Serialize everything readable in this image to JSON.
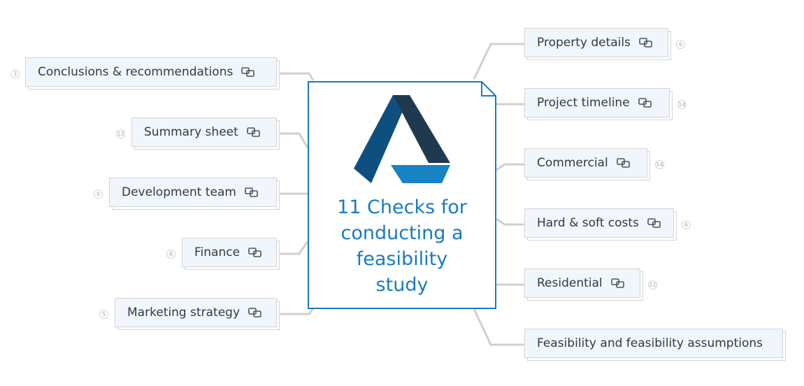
{
  "center": {
    "title": "11 Checks for\nconducting a\nfeasibility\nstudy",
    "logo_colors": {
      "dark_blue": "#0e4f7f",
      "navy": "#1f3a4f",
      "light_blue": "#1782c4"
    }
  },
  "colors": {
    "node_fill": "#f1f6fc",
    "node_border": "#d4d4d4",
    "connector": "#d0d0d0",
    "frame_border": "#1a7bbf"
  },
  "left_topics": [
    {
      "label": "Conclusions & recommendations",
      "count": "3",
      "icon": "link-icon"
    },
    {
      "label": "Summary sheet",
      "count": "12",
      "icon": "link-icon"
    },
    {
      "label": "Development team",
      "count": "9",
      "icon": "link-icon"
    },
    {
      "label": "Finance",
      "count": "8",
      "icon": "link-icon"
    },
    {
      "label": "Marketing strategy",
      "count": "5",
      "icon": "link-icon"
    }
  ],
  "right_topics": [
    {
      "label": "Property details",
      "count": "6",
      "icon": "link-icon"
    },
    {
      "label": "Project timeline",
      "count": "14",
      "icon": "link-icon"
    },
    {
      "label": "Commercial",
      "count": "14",
      "icon": "link-icon"
    },
    {
      "label": "Hard & soft costs",
      "count": "6",
      "icon": "link-icon"
    },
    {
      "label": "Residential",
      "count": "11",
      "icon": "link-icon"
    },
    {
      "label": "Feasibility and feasibility assumptions"
    }
  ]
}
